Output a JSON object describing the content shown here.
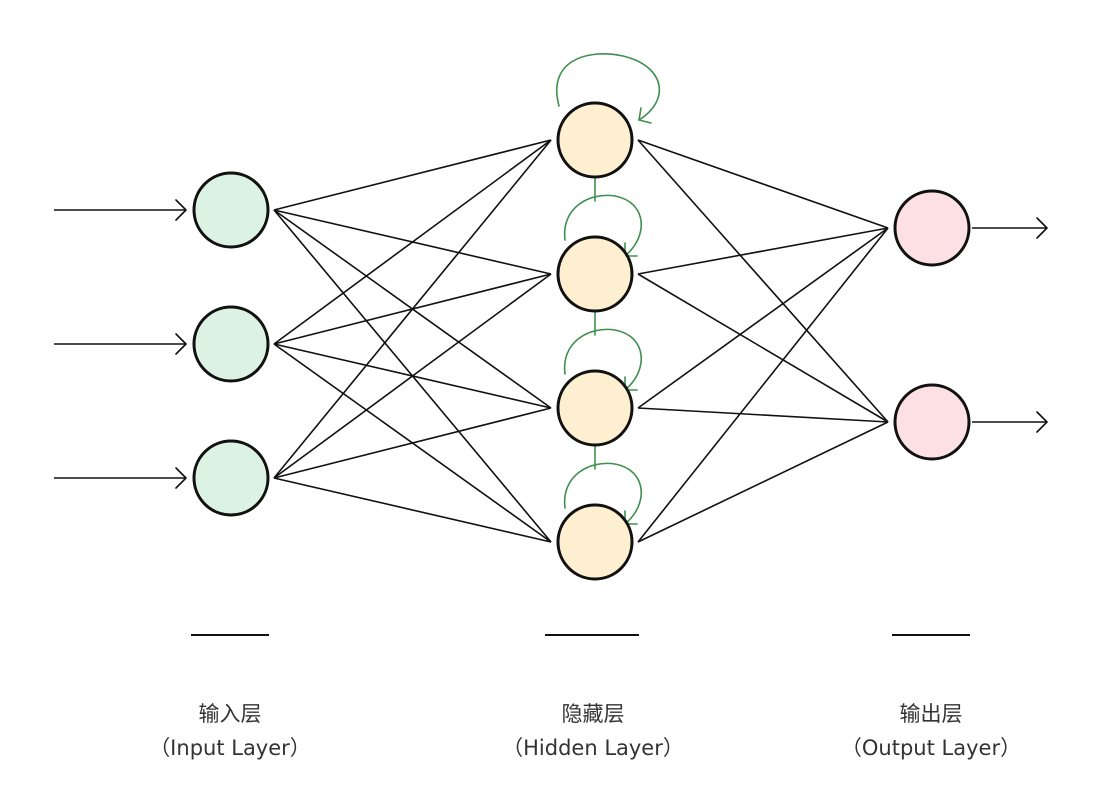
{
  "layers": [
    {
      "id": "input",
      "name": "输入层",
      "subtitle": "（Input Layer）",
      "count": 3,
      "color": "#dcf3e3"
    },
    {
      "id": "hidden",
      "name": "隐藏层",
      "subtitle": "（Hidden Layer）",
      "count": 4,
      "color": "#fdefcf",
      "recurrent": true,
      "loop_color": "#3f8f4f"
    },
    {
      "id": "output",
      "name": "输出层",
      "subtitle": "（Output Layer）",
      "count": 2,
      "color": "#fde0e4"
    }
  ],
  "connections": "fully-connected",
  "input_arrows": 3,
  "output_arrows": 2
}
